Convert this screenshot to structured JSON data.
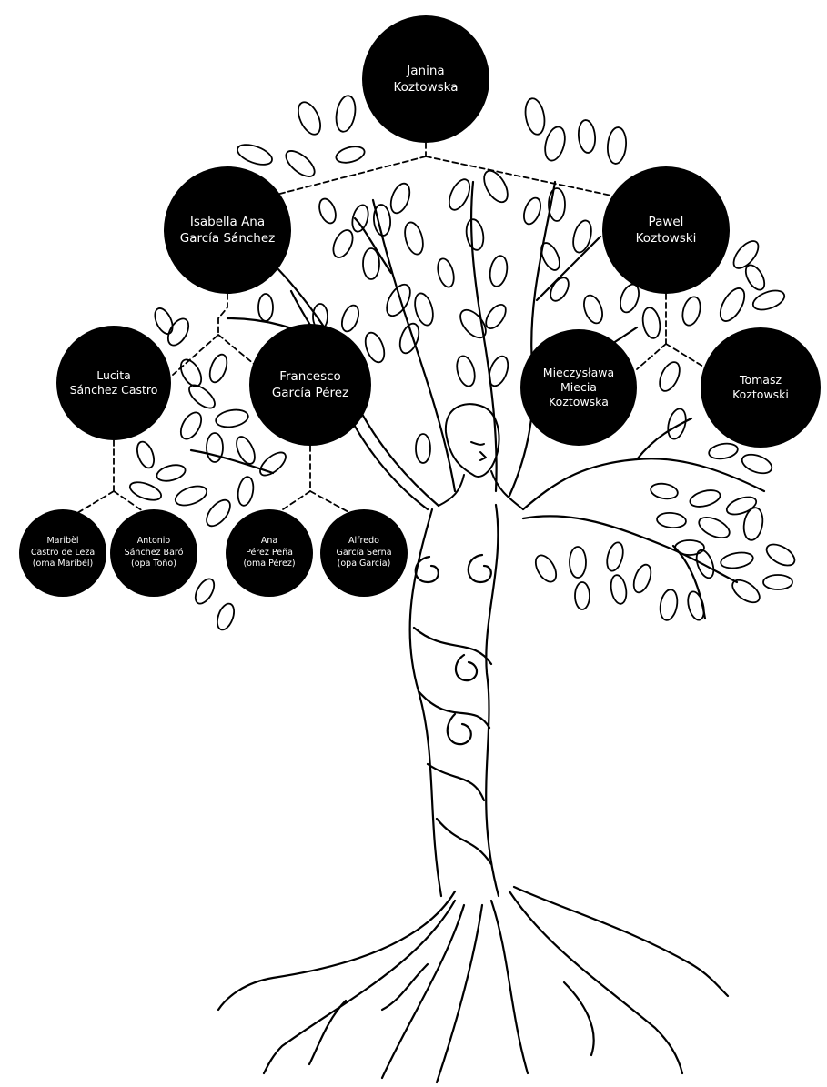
{
  "family_tree": {
    "root": {
      "line1": "Janina",
      "line2": "Koztowska"
    },
    "parents": {
      "mother": {
        "line1": "Isabella Ana",
        "line2": "García Sánchez"
      },
      "father": {
        "line1": "Pawel",
        "line2": "Koztowski"
      }
    },
    "grandparents_maternal": {
      "grandmother": {
        "line1": "Lucita",
        "line2": "Sánchez Castro"
      },
      "grandfather": {
        "line1": "Francesco",
        "line2": "García Pérez"
      }
    },
    "grandparents_paternal": {
      "grandmother": {
        "line1": "Mieczysława",
        "line2": "Miecia",
        "line3": "Koztowska"
      },
      "grandfather": {
        "line1": "Tomasz",
        "line2": "Koztowski"
      }
    },
    "great_grandparents": {
      "maribel": {
        "line1": "Maribèl",
        "line2": "Castro de Leza",
        "line3": "(oma Maribèl)"
      },
      "antonio": {
        "line1": "Antonio",
        "line2": "Sánchez Baró",
        "line3": "(opa Toño)"
      },
      "ana": {
        "line1": "Ana",
        "line2": "Pérez Peña",
        "line3": "(oma Pérez)"
      },
      "alfredo": {
        "line1": "Alfredo",
        "line2": "García Serna",
        "line3": "(opa García)"
      }
    }
  },
  "colors": {
    "node_fill": "#000000",
    "node_text": "#ffffff",
    "line": "#000000",
    "background": "#ffffff"
  },
  "illustration": {
    "subject": "woman-tree-with-leaves-and-roots"
  }
}
